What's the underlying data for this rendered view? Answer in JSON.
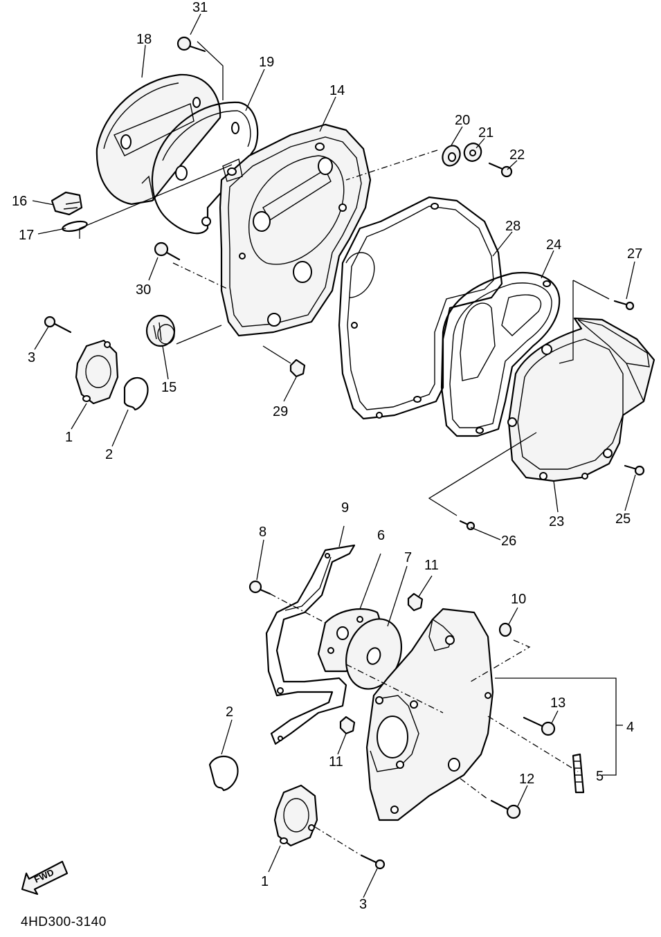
{
  "diagram": {
    "code": "4HD300-3140",
    "fwd_label": "FWD",
    "callouts": {
      "c31": "31",
      "c18": "18",
      "c19": "19",
      "c14": "14",
      "c20": "20",
      "c21": "21",
      "c22": "22",
      "c16": "16",
      "c17": "17",
      "c28": "28",
      "c24": "24",
      "c27": "27",
      "c30": "30",
      "c3a": "3",
      "c15": "15",
      "c29": "29",
      "c1a": "1",
      "c2a": "2",
      "c23": "23",
      "c25": "25",
      "c26": "26",
      "c9": "9",
      "c8": "8",
      "c6": "6",
      "c7": "7",
      "c11a": "11",
      "c10": "10",
      "c13": "13",
      "c4": "4",
      "c2b": "2",
      "c11b": "11",
      "c5": "5",
      "c12": "12",
      "c1b": "1",
      "c3b": "3"
    }
  }
}
